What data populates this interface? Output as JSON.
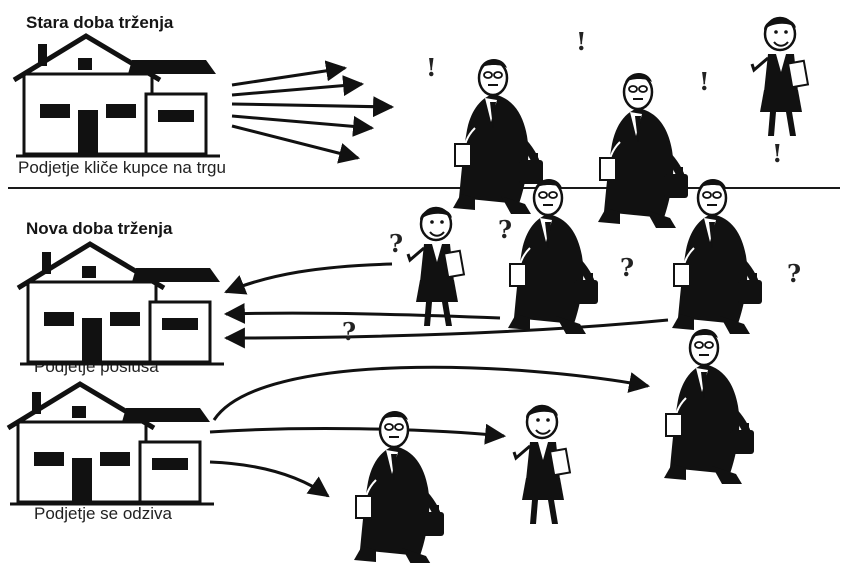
{
  "sections": {
    "old": {
      "title": "Stara doba trženja",
      "caption": "Podjetje kliče kupce na trgu"
    },
    "new": {
      "title": "Nova doba trženja",
      "listen_caption": "Podjetje posluša",
      "respond_caption": "Podjetje se odziva"
    }
  },
  "marks": {
    "exclamation": "!",
    "question": "?"
  },
  "colors": {
    "ink": "#111111",
    "background": "#ffffff"
  }
}
